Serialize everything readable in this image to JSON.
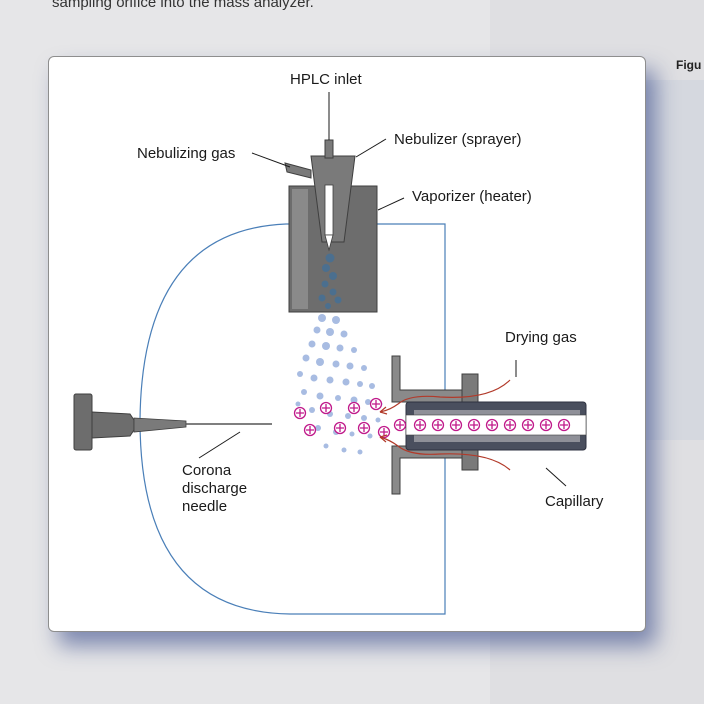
{
  "background": {
    "caption": "sampling orifice into the mass analyzer.",
    "figure_label": "Figu"
  },
  "labels": {
    "hplc_inlet": "HPLC inlet",
    "nebulizing_gas": "Nebulizing gas",
    "nebulizer": "Nebulizer (sprayer)",
    "vaporizer": "Vaporizer (heater)",
    "drying_gas": "Drying gas",
    "corona_line1": "Corona",
    "corona_line2": "discharge",
    "corona_line3": "needle",
    "capillary": "Capillary"
  },
  "colors": {
    "metal": "#6d6d6d",
    "metal_dark": "#3f3f3f",
    "droplet_dark": "#4b6f8f",
    "droplet_light": "#a8bce2",
    "ion": "#c0198a",
    "gas_flow": "#b23a2a",
    "chamber": "#4a7fb8",
    "shadow": "#4b5fa8"
  },
  "ion_symbol": "+"
}
